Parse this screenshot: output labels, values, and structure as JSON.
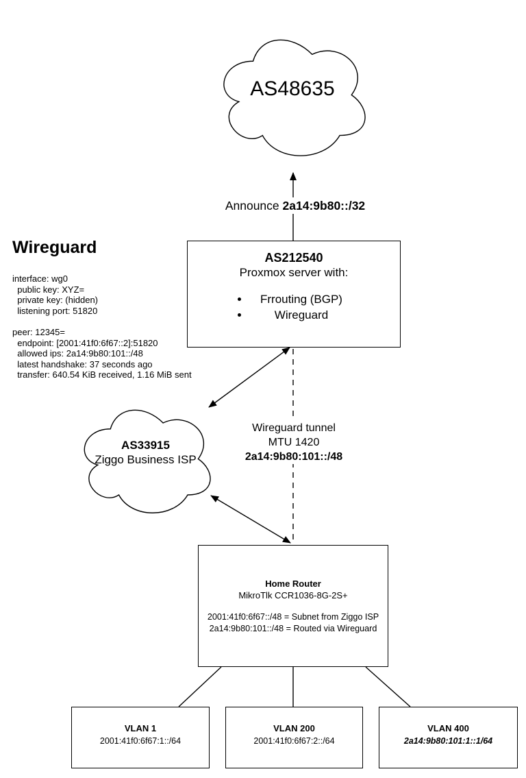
{
  "clouds": {
    "internet": {
      "label": "AS48635"
    },
    "isp": {
      "title": "AS33915",
      "subtitle": "Ziggo Business ISP"
    }
  },
  "announce": {
    "text": "Announce",
    "route": "2a14:9b80::/32"
  },
  "proxmox": {
    "title": "AS212540",
    "subtitle": "Proxmox server with:",
    "bullets": [
      "Frrouting (BGP)",
      "Wireguard"
    ]
  },
  "wireguard": {
    "heading": "Wireguard",
    "interface_block": "interface: wg0\n  public key: XYZ=\n  private key: (hidden)\n  listening port: 51820",
    "peer_block": "peer: 12345=\n  endpoint: [2001:41f0:6f67::2]:51820\n  allowed ips: 2a14:9b80:101::/48\n  latest handshake: 37 seconds ago\n  transfer: 640.54 KiB received, 1.16 MiB sent"
  },
  "tunnel": {
    "line1": "Wireguard tunnel",
    "line2": "MTU 1420",
    "subnet": "2a14:9b80:101::/48"
  },
  "router": {
    "title": "Home Router",
    "model": "MikroTlk CCR1036-8G-2S+",
    "note1": "2001:41f0:6f67::/48 = Subnet from Ziggo ISP",
    "note2": "2a14:9b80:101::/48 = Routed via Wireguard"
  },
  "vlans": [
    {
      "name": "VLAN 1",
      "subnet": "2001:41f0:6f67:1::/64"
    },
    {
      "name": "VLAN 200",
      "subnet": "2001:41f0:6f67:2::/64"
    },
    {
      "name": "VLAN 400",
      "subnet": "2a14:9b80:101:1::1/64"
    }
  ],
  "colors": {
    "stroke": "#000000",
    "background": "#ffffff"
  }
}
